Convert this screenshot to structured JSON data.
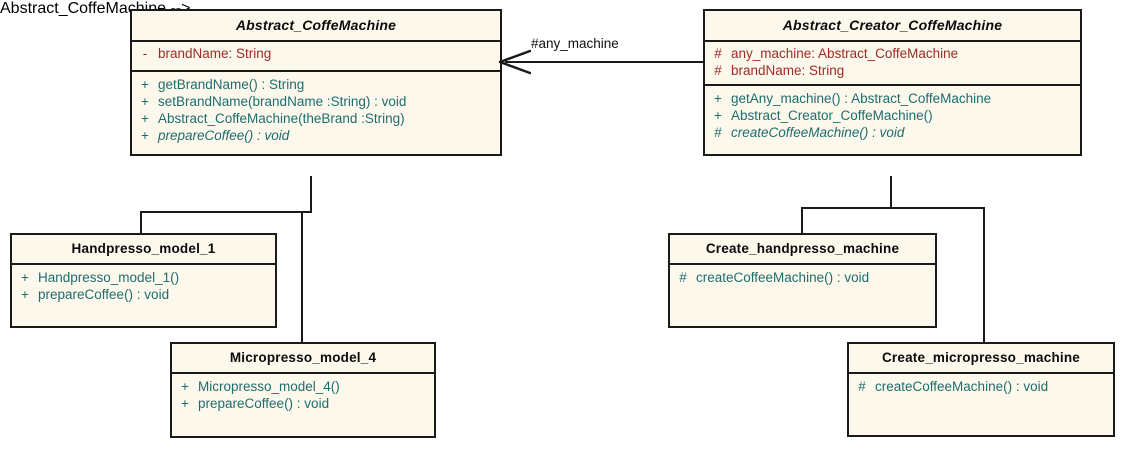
{
  "diagram": {
    "title": "Abstract Factory - Coffee Machine UML class diagram",
    "colors": {
      "class_fill": "#fdf8ec",
      "border": "#1a1a1a",
      "attribute_text": "#9c2b26",
      "operation_text": "#1d6d6f",
      "class_name_text": "#0b0b0b",
      "label_text": "#111111",
      "background": "#ffffff"
    }
  },
  "classes": {
    "abstract_coffe_machine": {
      "name": "Abstract_CoffeMachine",
      "stereotype": "abstract",
      "attributes": [
        {
          "visibility": "-",
          "signature": "brandName:  String"
        }
      ],
      "operations": [
        {
          "visibility": "+",
          "signature": "getBrandName() : String",
          "abstract": false
        },
        {
          "visibility": "+",
          "signature": "setBrandName(brandName :String) : void",
          "abstract": false
        },
        {
          "visibility": "+",
          "signature": "Abstract_CoffeMachine(theBrand :String)",
          "abstract": false
        },
        {
          "visibility": "+",
          "signature": "prepareCoffee() : void",
          "abstract": true
        }
      ]
    },
    "abstract_creator_coffe_machine": {
      "name": "Abstract_Creator_CoffeMachine",
      "stereotype": "abstract",
      "attributes": [
        {
          "visibility": "#",
          "signature": "any_machine:  Abstract_CoffeMachine"
        },
        {
          "visibility": "#",
          "signature": "brandName:  String"
        }
      ],
      "operations": [
        {
          "visibility": "+",
          "signature": "getAny_machine() : Abstract_CoffeMachine",
          "abstract": false
        },
        {
          "visibility": "+",
          "signature": "Abstract_Creator_CoffeMachine()",
          "abstract": false
        },
        {
          "visibility": "#",
          "signature": "createCoffeeMachine() : void",
          "abstract": true
        }
      ]
    },
    "handpresso_model_1": {
      "name": "Handpresso_model_1",
      "stereotype": "concrete",
      "attributes": [],
      "operations": [
        {
          "visibility": "+",
          "signature": "Handpresso_model_1()",
          "abstract": false
        },
        {
          "visibility": "+",
          "signature": "prepareCoffee() : void",
          "abstract": false
        }
      ]
    },
    "micropresso_model_4": {
      "name": "Micropresso_model_4",
      "stereotype": "concrete",
      "attributes": [],
      "operations": [
        {
          "visibility": "+",
          "signature": "Micropresso_model_4()",
          "abstract": false
        },
        {
          "visibility": "+",
          "signature": "prepareCoffee() : void",
          "abstract": false
        }
      ]
    },
    "create_handpresso_machine": {
      "name": "Create_handpresso_machine",
      "stereotype": "concrete",
      "attributes": [],
      "operations": [
        {
          "visibility": "#",
          "signature": "createCoffeeMachine() : void",
          "abstract": false
        }
      ]
    },
    "create_micropresso_machine": {
      "name": "Create_micropresso_machine",
      "stereotype": "concrete",
      "attributes": [],
      "operations": [
        {
          "visibility": "#",
          "signature": "createCoffeeMachine() : void",
          "abstract": false
        }
      ]
    }
  },
  "relationships": {
    "association_any_machine": {
      "label": "#any_machine",
      "kind": "directed-association",
      "from": "Abstract_Creator_CoffeMachine",
      "to": "Abstract_CoffeMachine"
    },
    "generalizations": [
      {
        "kind": "generalization",
        "from": "Handpresso_model_1",
        "to": "Abstract_CoffeMachine"
      },
      {
        "kind": "generalization",
        "from": "Micropresso_model_4",
        "to": "Abstract_CoffeMachine"
      },
      {
        "kind": "generalization",
        "from": "Create_handpresso_machine",
        "to": "Abstract_Creator_CoffeMachine"
      },
      {
        "kind": "generalization",
        "from": "Create_micropresso_machine",
        "to": "Abstract_Creator_CoffeMachine"
      }
    ]
  }
}
